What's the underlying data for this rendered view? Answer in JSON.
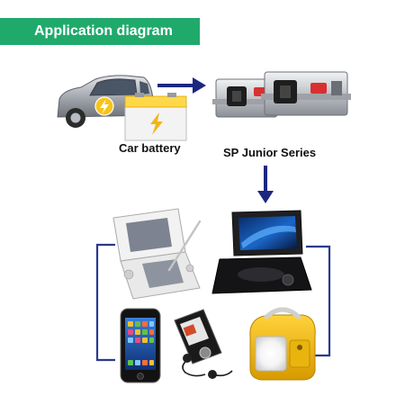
{
  "header": {
    "title": "Application diagram"
  },
  "nodes": {
    "source": {
      "label": "Car battery"
    },
    "inverter": {
      "label": "SP Junior Series"
    }
  },
  "icons": {
    "car": "car-icon",
    "battery": "battery-icon",
    "inverter": "inverter-icon",
    "game_console": "handheld-game-console-icon",
    "dvd_player": "portable-dvd-player-icon",
    "phone": "smartphone-icon",
    "media_player": "media-player-with-earphones-icon",
    "lantern": "yellow-lantern-icon"
  },
  "colors": {
    "banner": "#1faa6b",
    "arrow": "#1c2780",
    "bracket": "#2a3a8c",
    "battery_top": "#ffd84a",
    "lantern": "#f2bd12"
  }
}
